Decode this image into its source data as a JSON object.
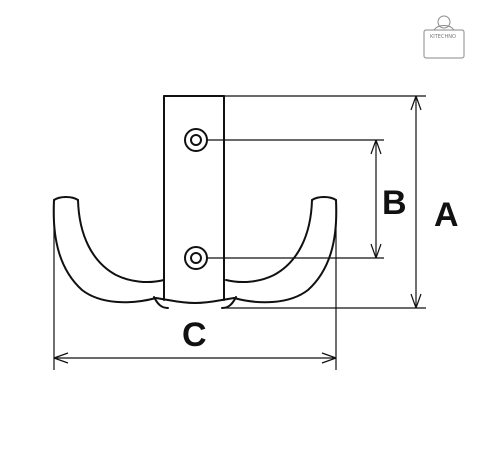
{
  "diagram": {
    "subject": "double-hook",
    "labels": {
      "a": "A",
      "b": "B",
      "c": "C"
    },
    "watermark": {
      "text": "KITECHNO"
    },
    "colors": {
      "line": "#111111",
      "background": "#ffffff",
      "watermark": "#8a8a8a"
    }
  }
}
